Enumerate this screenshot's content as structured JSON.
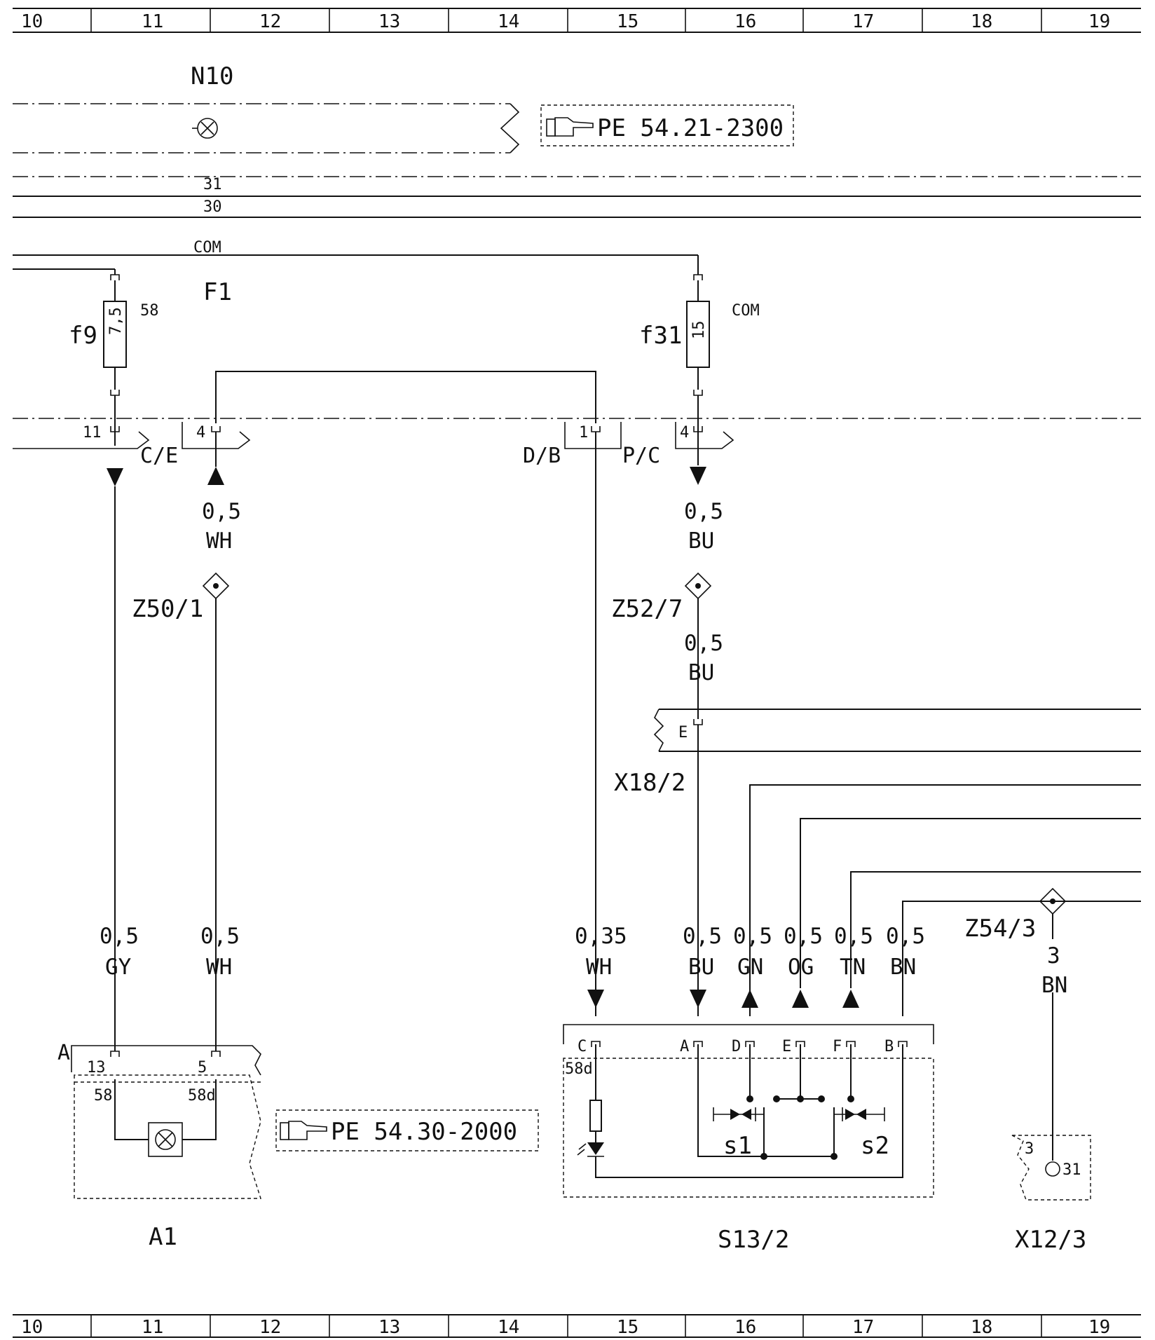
{
  "grid": {
    "columns": [
      "10",
      "11",
      "12",
      "13",
      "14",
      "15",
      "16",
      "17",
      "18",
      "19"
    ]
  },
  "references": {
    "top_module": "N10",
    "top_ref": "PE 54.21-2300",
    "bottom_ref": "PE 54.30-2000"
  },
  "buses": {
    "bus_31": "31",
    "bus_30": "30",
    "bus_com": "COM"
  },
  "fuse_box": {
    "label": "F1",
    "f9": {
      "name": "f9",
      "rating": "7,5",
      "pin": "58"
    },
    "f31": {
      "name": "f31",
      "rating": "15",
      "pin": "COM"
    }
  },
  "connector_labels": {
    "ce": "C/E",
    "db": "D/B",
    "pc": "P/C",
    "pin_11": "11",
    "pin_4a": "4",
    "pin_1": "1",
    "pin_4b": "4"
  },
  "splices": {
    "z50": "Z50/1",
    "z52": "Z52/7",
    "z54": "Z54/3"
  },
  "wires_upper": {
    "wh_size": "0,5",
    "wh_color": "WH",
    "bu1_size": "0,5",
    "bu1_color": "BU",
    "bu2_size": "0,5",
    "bu2_color": "BU"
  },
  "connector_x18": {
    "name": "X18/2",
    "pin": "E"
  },
  "wires_lower": [
    {
      "size": "0,5",
      "color": "GY"
    },
    {
      "size": "0,5",
      "color": "WH"
    },
    {
      "size": "0,35",
      "color": "WH"
    },
    {
      "size": "0,5",
      "color": "BU"
    },
    {
      "size": "0,5",
      "color": "GN"
    },
    {
      "size": "0,5",
      "color": "OG"
    },
    {
      "size": "0,5",
      "color": "TN"
    },
    {
      "size": "0,5",
      "color": "BN"
    },
    {
      "size": "3",
      "color": "BN"
    }
  ],
  "module_a1": {
    "name": "A1",
    "connector": "A",
    "pin_13": "13",
    "pin_5": "5",
    "term_58": "58",
    "term_58d": "58d"
  },
  "switch_s13": {
    "name": "S13/2",
    "pins": [
      "C",
      "A",
      "D",
      "E",
      "F",
      "B"
    ],
    "term_58d": "58d",
    "s1": "s1",
    "s2": "s2"
  },
  "ground_x12": {
    "name": "X12/3",
    "pin": "3",
    "term": "31"
  }
}
